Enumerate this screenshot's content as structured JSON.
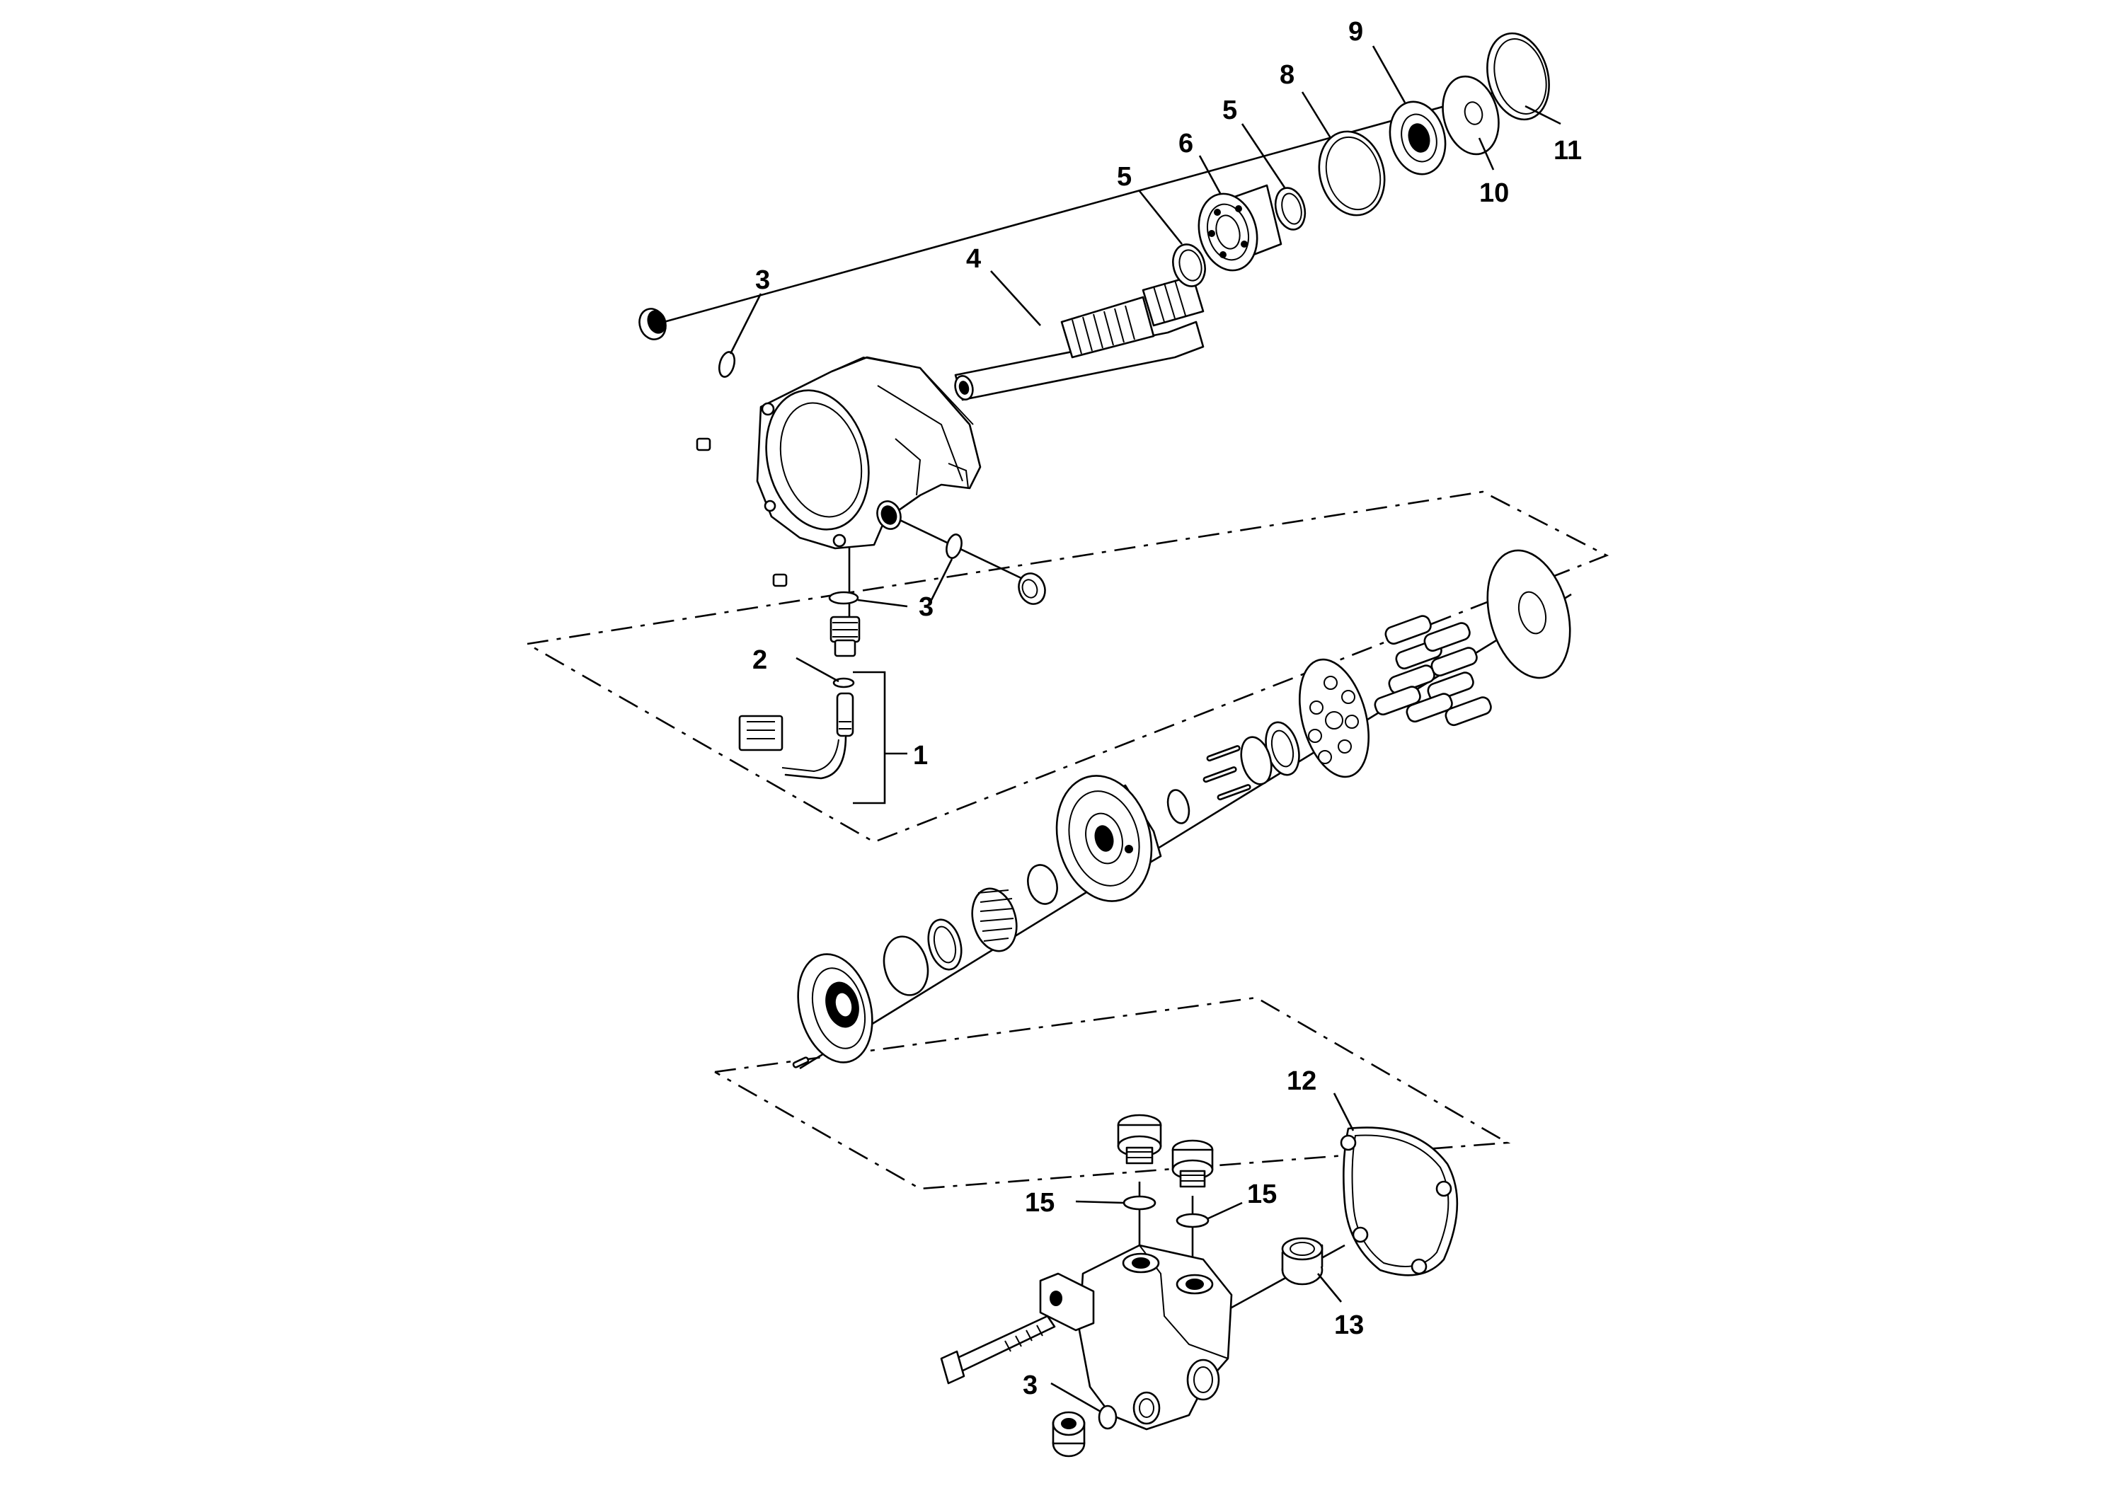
{
  "callouts": {
    "c1": "1",
    "c2": "2",
    "c3": "3",
    "c4": "4",
    "c5": "5",
    "c6": "6",
    "c8": "8",
    "c9": "9",
    "c10": "10",
    "c11": "11",
    "c12": "12",
    "c13": "13",
    "c15": "15"
  },
  "colors": {
    "line": "#000000",
    "background": "#ffffff"
  }
}
